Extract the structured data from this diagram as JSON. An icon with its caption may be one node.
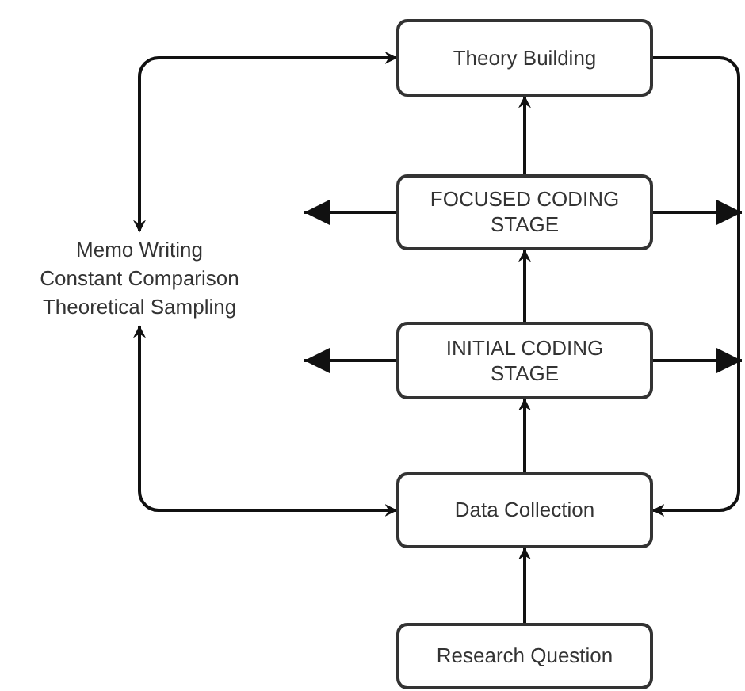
{
  "diagram": {
    "nodes": [
      {
        "text": [
          "Theory Building"
        ]
      },
      {
        "text": [
          "FOCUSED CODING STAGE"
        ]
      },
      {
        "text": [
          "INITIAL CODING STAGE"
        ]
      },
      {
        "text": [
          "Data Collection"
        ]
      },
      {
        "text": [
          "Research Question"
        ]
      },
      {
        "text": [
          "Memo Writing",
          "Constant Comparison",
          "Theoretical Sampling"
        ]
      }
    ],
    "edges": [
      {
        "from": 4,
        "to": 3,
        "arrow": "to"
      },
      {
        "from": 3,
        "to": 2,
        "arrow": "to"
      },
      {
        "from": 2,
        "to": 1,
        "arrow": "to"
      },
      {
        "from": 1,
        "to": 0,
        "arrow": "to"
      },
      {
        "from": 5,
        "to": 0,
        "arrow": "both"
      },
      {
        "from": 5,
        "to": 3,
        "arrow": "both"
      },
      {
        "from": 0,
        "to": 3,
        "arrow": "to"
      },
      {
        "from": 1,
        "to": null,
        "arrow": "to"
      },
      {
        "from": 1,
        "to": null,
        "arrow": "to"
      },
      {
        "from": 2,
        "to": null,
        "arrow": "to"
      },
      {
        "from": 2,
        "to": null,
        "arrow": "to"
      }
    ]
  }
}
